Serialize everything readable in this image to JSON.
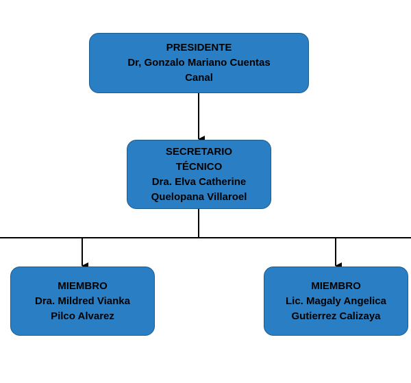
{
  "colors": {
    "box_fill": "#2a7fc4",
    "box_border": "#1a5a8c",
    "connector": "#000000",
    "text": "#000000"
  },
  "president": {
    "title": "PRESIDENTE",
    "name_line1": "Dr, Gonzalo Mariano Cuentas",
    "name_line2": "Canal"
  },
  "secretary": {
    "title_line1": "SECRETARIO",
    "title_line2": "TÉCNICO",
    "name_line1": "Dra. Elva Catherine",
    "name_line2": "Quelopana Villaroel"
  },
  "members": [
    {
      "title": "MIEMBRO",
      "name_line1": "Dra. Mildred Vianka",
      "name_line2": "Pilco Alvarez"
    },
    {
      "title": "MIEMBRO",
      "name_line1": "Lic. Magaly Angelica",
      "name_line2": "Gutierrez Calizaya"
    }
  ]
}
